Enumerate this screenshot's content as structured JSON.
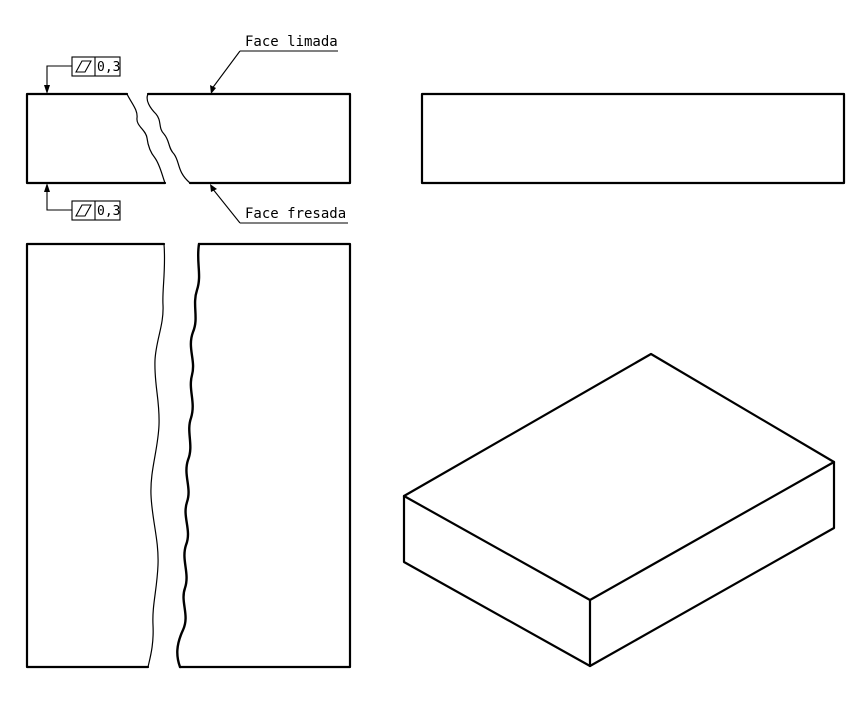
{
  "labels": {
    "face_limada": "Face limada",
    "face_fresada": "Face fresada"
  },
  "tolerances": {
    "top": {
      "symbol": "flatness-icon",
      "value": "0,3"
    },
    "bottom": {
      "symbol": "flatness-icon",
      "value": "0,3"
    }
  }
}
